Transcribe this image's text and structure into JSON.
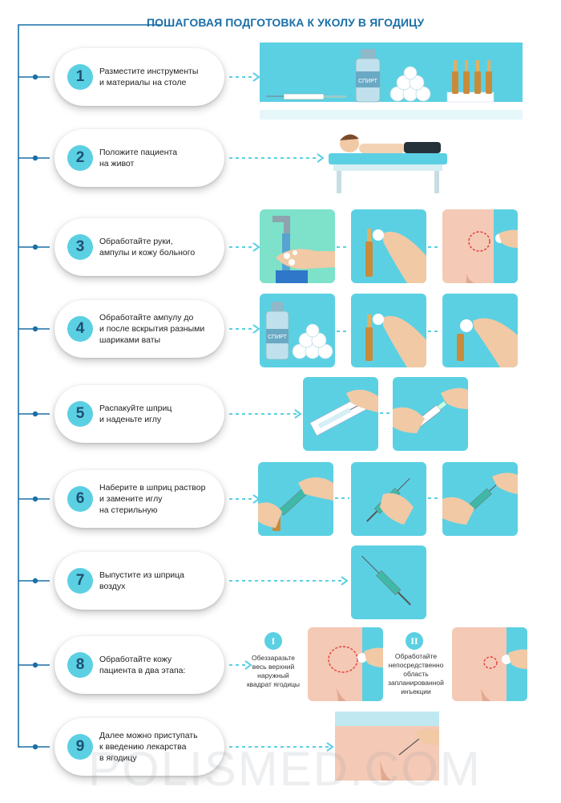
{
  "title": "ПОШАГОВАЯ ПОДГОТОВКА К УКОЛУ В ЯГОДИЦУ",
  "colors": {
    "accent": "#5bd0e3",
    "title": "#1a6fa8",
    "line": "#1a6fa8",
    "panel": "#5bd0e3"
  },
  "steps": [
    {
      "num": "1",
      "text": "Разместите инструменты\nи материалы на столе"
    },
    {
      "num": "2",
      "text": "Положите пациента\nна живот"
    },
    {
      "num": "3",
      "text": "Обработайте руки,\nампулы и кожу больного"
    },
    {
      "num": "4",
      "text": "Обработайте ампулу до\nи после вскрытия разными\nшариками ваты"
    },
    {
      "num": "5",
      "text": "Распакуйте шприц\nи наденьте иглу"
    },
    {
      "num": "6",
      "text": "Наберите в шприц раствор\nи замените иглу\nна стерильную"
    },
    {
      "num": "7",
      "text": "Выпустите из шприца\nвоздух"
    },
    {
      "num": "8",
      "text": "Обработайте кожу\nпациента в два этапа:"
    },
    {
      "num": "9",
      "text": "Далее можно приступать\nк введению лекарства\nв ягодицу"
    }
  ],
  "labels": {
    "alcohol": "СПИРТ"
  },
  "step8": {
    "stage1": {
      "roman": "I",
      "text": "Обеззаразьте\nвесь верхний\nнаружный\nквадрат ягодицы"
    },
    "stage2": {
      "roman": "II",
      "text": "Обработайте\nнепосредственно\nобласть\nзапланированной\nинъекции"
    }
  },
  "watermark": "POLISMED.COM"
}
